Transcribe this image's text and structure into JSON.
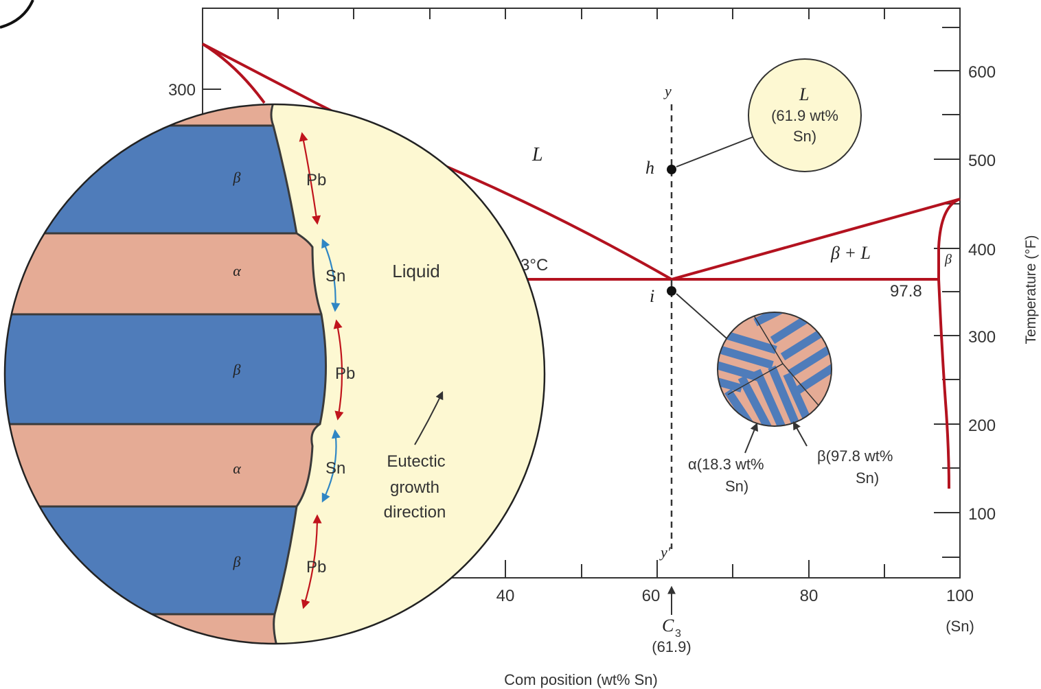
{
  "colors": {
    "curve": "#b3121f",
    "alpha": "#e5ab95",
    "beta": "#4f7cba",
    "liquid": "#fdf8d2",
    "pb_arrow": "#c0141c",
    "sn_arrow": "#2f86c4",
    "axis": "#333333"
  },
  "x_axis": {
    "ticks": [
      "40",
      "60",
      "80",
      "100"
    ],
    "end_note": "(Sn)",
    "label": "Com position (wt% Sn)"
  },
  "y_axis_left": {
    "tick": "300"
  },
  "y_axis_right": {
    "ticks": [
      "600",
      "500",
      "400",
      "300",
      "200",
      "100"
    ],
    "label": "Temperature (°F)"
  },
  "phase_labels": {
    "liquid_region": "L",
    "beta_plus_liquid": "β + L",
    "beta_region": "β",
    "eutectic_temp_fragment": "3°C",
    "solubility_limit": "97.8"
  },
  "composition_line": {
    "top": "y",
    "bottom": "y′",
    "point_h": "h",
    "point_i": "i",
    "c3_symbol": "C",
    "c3_subscript": "3",
    "c3_value": "(61.9)"
  },
  "callout_liquid": {
    "symbol": "L",
    "line1": "(61.9 wt%",
    "line2": "Sn)"
  },
  "callout_eutectic": {
    "alpha_line1": "α(18.3 wt%",
    "alpha_line2": "Sn)",
    "beta_line1": "β(97.8 wt%",
    "beta_line2": "Sn)"
  },
  "magnified_view": {
    "layers": [
      "β",
      "α",
      "β",
      "α",
      "β"
    ],
    "diffusion": [
      "Pb",
      "Sn",
      "Pb",
      "Sn",
      "Pb"
    ],
    "liquid": "Liquid",
    "growth_line1": "Eutectic",
    "growth_line2": "growth",
    "growth_line3": "direction"
  }
}
